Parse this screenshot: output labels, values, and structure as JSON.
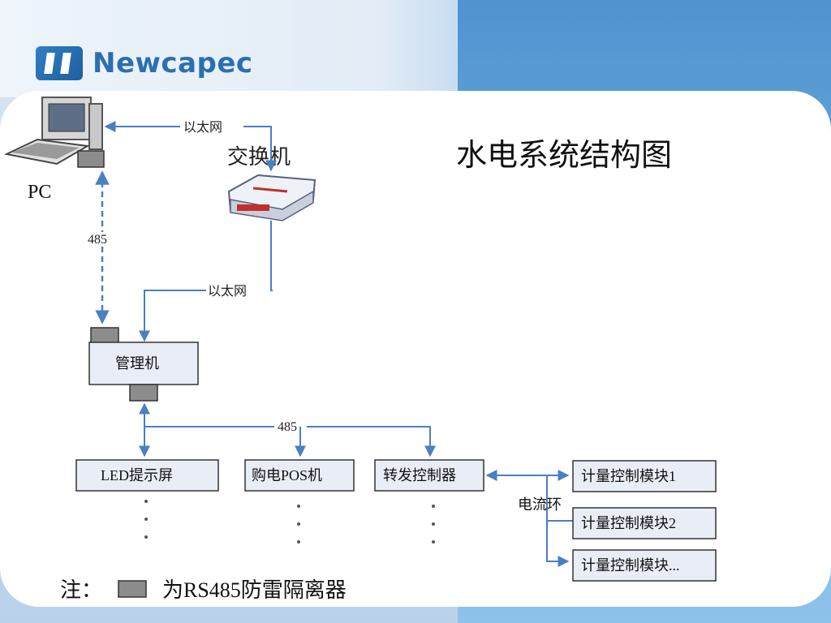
{
  "brand": {
    "name": "Newcapec"
  },
  "title": "水电系统结构图",
  "nodes": {
    "pc": "PC",
    "switch": "交换机",
    "manager": "管理机",
    "led": "LED提示屏",
    "pos": "购电POS机",
    "forwarder": "转发控制器",
    "meter1": "计量控制模块1",
    "meter2": "计量控制模块2",
    "meter3": "计量控制模块..."
  },
  "links": {
    "ethernet_top": "以太网",
    "ethernet_mid": "以太网",
    "rs485_vertical": "485",
    "rs485_bus": "485",
    "current_loop": "电流环"
  },
  "legend": {
    "prefix": "注：",
    "text": "为RS485防雷隔离器"
  },
  "colors": {
    "line": "#4a7fc3",
    "box_fill": "#e8edf6",
    "isolator": "#8c8c8c"
  }
}
